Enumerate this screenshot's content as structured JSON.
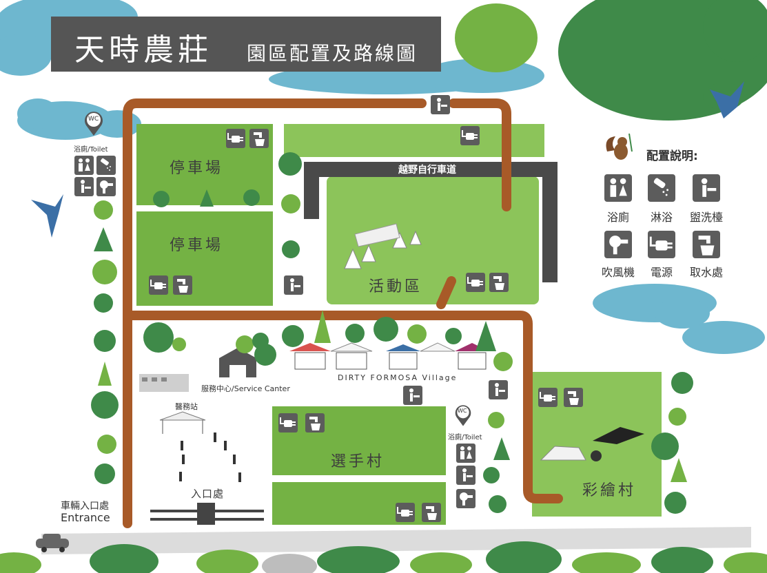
{
  "title": {
    "main": "天時農莊",
    "sub": "園區配置及路線圖"
  },
  "zones": {
    "parking_1": "停車場",
    "parking_2": "停車場",
    "activity": "活動區",
    "players_village": "選手村",
    "caihui_village": "彩繪村",
    "bike_trail": "越野自行車道",
    "entrance_gate": "入口處",
    "clinic": "醫務站",
    "service_center": "服務中心/Service Canter",
    "dirty_formosa": "DIRTY FORMOSA Village"
  },
  "toilets": {
    "west": "浴廁/Toilet",
    "center": "浴廁/Toilet",
    "pin_label": "WC"
  },
  "entrance": {
    "zh": "車輛入口處",
    "en": "Entrance"
  },
  "legend": {
    "title": "配置說明:",
    "items": [
      {
        "icon": "toilet-icon",
        "label": "浴廁"
      },
      {
        "icon": "shower-icon",
        "label": "淋浴"
      },
      {
        "icon": "wash-basin-icon",
        "label": "盥洗檯"
      },
      {
        "icon": "hair-dryer-icon",
        "label": "吹風機"
      },
      {
        "icon": "power-plug-icon",
        "label": "電源"
      },
      {
        "icon": "water-tap-icon",
        "label": "取水處"
      }
    ]
  },
  "colors": {
    "path": "#a85a28",
    "grass": "#74b244",
    "grass_light": "#8cc45a",
    "banner": "#555555",
    "trail": "#4a4a4a",
    "cloud": "#6eb7cf",
    "tree": "#3f8a49"
  }
}
